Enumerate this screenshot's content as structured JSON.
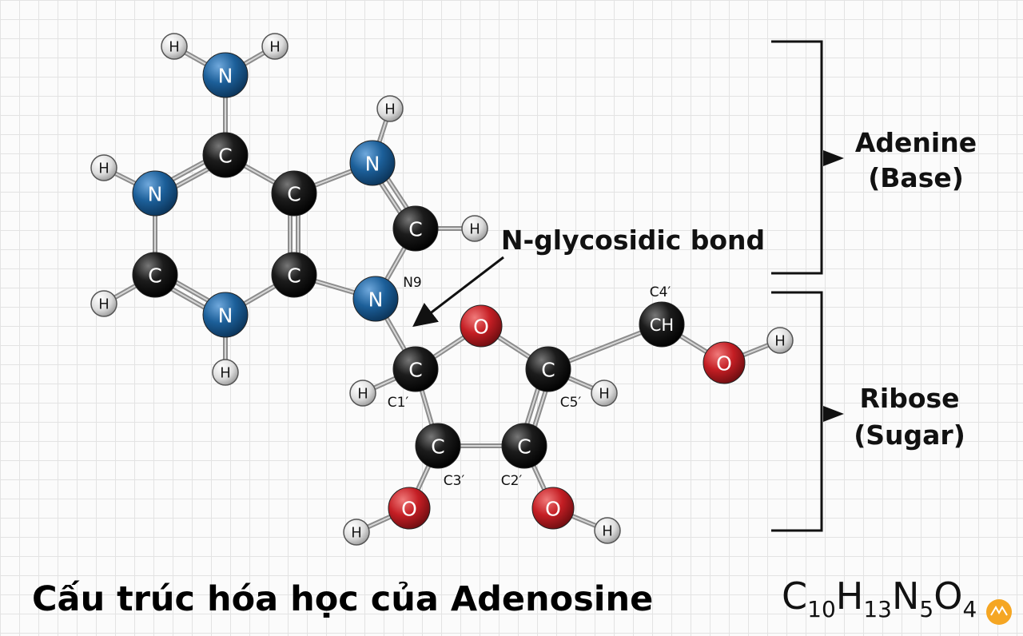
{
  "title": "Cấu trúc hóa học của Adenosine",
  "formula": [
    {
      "text": "C",
      "sub": "10"
    },
    {
      "text": "H",
      "sub": "13"
    },
    {
      "text": "N",
      "sub": "5"
    },
    {
      "text": "O",
      "sub": "4"
    }
  ],
  "annotations": {
    "glycosidic_bond": "N-glycosidic bond",
    "adenine_line1": "Adenine",
    "adenine_line2": "(Base)",
    "ribose_line1": "Ribose",
    "ribose_line2": "(Sugar)"
  },
  "colors": {
    "carbon": "#161616",
    "nitrogen": "#1c5f99",
    "oxygen": "#c41e24",
    "hydrogen": "#dcdcdc",
    "bond": "#8c8c8c"
  },
  "atoms": [
    {
      "id": "n_amino",
      "label": "N",
      "element": "nitrogen"
    },
    {
      "id": "h_amino_l",
      "label": "H",
      "element": "hydrogen"
    },
    {
      "id": "h_amino_r",
      "label": "H",
      "element": "hydrogen"
    },
    {
      "id": "c6",
      "label": "C",
      "element": "carbon"
    },
    {
      "id": "n1",
      "label": "N",
      "element": "nitrogen"
    },
    {
      "id": "h_n1",
      "label": "H",
      "element": "hydrogen"
    },
    {
      "id": "c2",
      "label": "C",
      "element": "carbon"
    },
    {
      "id": "h_c2",
      "label": "H",
      "element": "hydrogen"
    },
    {
      "id": "n3",
      "label": "N",
      "element": "nitrogen"
    },
    {
      "id": "h_n3",
      "label": "H",
      "element": "hydrogen"
    },
    {
      "id": "c4",
      "label": "C",
      "element": "carbon"
    },
    {
      "id": "c5",
      "label": "C",
      "element": "carbon"
    },
    {
      "id": "n7",
      "label": "N",
      "element": "nitrogen"
    },
    {
      "id": "h_n7",
      "label": "H",
      "element": "hydrogen"
    },
    {
      "id": "c8",
      "label": "C",
      "element": "carbon"
    },
    {
      "id": "h_c8",
      "label": "H",
      "element": "hydrogen"
    },
    {
      "id": "n9",
      "label": "N",
      "element": "nitrogen",
      "position_label": "N9"
    },
    {
      "id": "c1p",
      "label": "C",
      "element": "carbon",
      "position_label": "C1′"
    },
    {
      "id": "h_c1p",
      "label": "H",
      "element": "hydrogen"
    },
    {
      "id": "o_ring",
      "label": "O",
      "element": "oxygen"
    },
    {
      "id": "c5p",
      "label": "C",
      "element": "carbon",
      "position_label": "C5′"
    },
    {
      "id": "h_c5p",
      "label": "H",
      "element": "hydrogen"
    },
    {
      "id": "ch",
      "label": "CH",
      "element": "carbon",
      "position_label": "C4′"
    },
    {
      "id": "o_ch",
      "label": "O",
      "element": "oxygen"
    },
    {
      "id": "h_o_ch",
      "label": "H",
      "element": "hydrogen"
    },
    {
      "id": "c3p",
      "label": "C",
      "element": "carbon",
      "position_label": "C3′"
    },
    {
      "id": "c2p",
      "label": "C",
      "element": "carbon",
      "position_label": "C2′"
    },
    {
      "id": "o_c3p",
      "label": "O",
      "element": "oxygen"
    },
    {
      "id": "h_o_c3p",
      "label": "H",
      "element": "hydrogen"
    },
    {
      "id": "o_c2p",
      "label": "O",
      "element": "oxygen"
    },
    {
      "id": "h_o_c2p",
      "label": "H",
      "element": "hydrogen"
    }
  ],
  "bonds": [
    {
      "from": "n_amino",
      "to": "h_amino_l",
      "order": 1
    },
    {
      "from": "n_amino",
      "to": "h_amino_r",
      "order": 1
    },
    {
      "from": "n_amino",
      "to": "c6",
      "order": 1
    },
    {
      "from": "c6",
      "to": "n1",
      "order": 2
    },
    {
      "from": "c6",
      "to": "c5",
      "order": 1
    },
    {
      "from": "n1",
      "to": "h_n1",
      "order": 1
    },
    {
      "from": "n1",
      "to": "c2",
      "order": 1
    },
    {
      "from": "c2",
      "to": "h_c2",
      "order": 1
    },
    {
      "from": "c2",
      "to": "n3",
      "order": 2
    },
    {
      "from": "n3",
      "to": "h_n3",
      "order": 1
    },
    {
      "from": "n3",
      "to": "c4",
      "order": 1
    },
    {
      "from": "c4",
      "to": "c5",
      "order": 2
    },
    {
      "from": "c5",
      "to": "n7",
      "order": 1
    },
    {
      "from": "n7",
      "to": "h_n7",
      "order": 1
    },
    {
      "from": "n7",
      "to": "c8",
      "order": 2
    },
    {
      "from": "c8",
      "to": "h_c8",
      "order": 1
    },
    {
      "from": "c8",
      "to": "n9",
      "order": 1
    },
    {
      "from": "c4",
      "to": "n9",
      "order": 1
    },
    {
      "from": "n9",
      "to": "c1p",
      "order": 1
    },
    {
      "from": "c1p",
      "to": "o_ring",
      "order": 1
    },
    {
      "from": "c1p",
      "to": "h_c1p",
      "order": 1
    },
    {
      "from": "c1p",
      "to": "c3p",
      "order": 1
    },
    {
      "from": "o_ring",
      "to": "c5p",
      "order": 1
    },
    {
      "from": "c5p",
      "to": "ch",
      "order": 1
    },
    {
      "from": "c5p",
      "to": "h_c5p",
      "order": 1
    },
    {
      "from": "c5p",
      "to": "c2p",
      "order": 2
    },
    {
      "from": "ch",
      "to": "o_ch",
      "order": 1
    },
    {
      "from": "o_ch",
      "to": "h_o_ch",
      "order": 1
    },
    {
      "from": "c3p",
      "to": "c2p",
      "order": 1
    },
    {
      "from": "c3p",
      "to": "o_c3p",
      "order": 1
    },
    {
      "from": "o_c3p",
      "to": "h_o_c3p",
      "order": 1
    },
    {
      "from": "c2p",
      "to": "o_c2p",
      "order": 1
    },
    {
      "from": "o_c2p",
      "to": "h_o_c2p",
      "order": 1
    }
  ]
}
